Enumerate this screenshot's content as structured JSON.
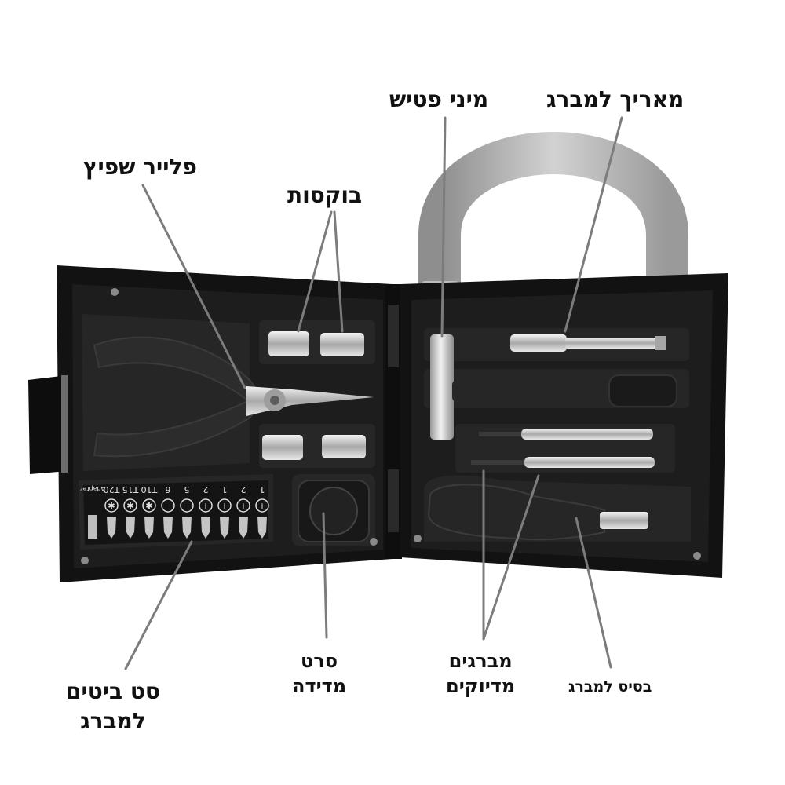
{
  "labels": {
    "extension_bar": "מאריך למברג",
    "mini_hammer": "מיני פטיש",
    "needle_pliers": "פלייר שפיץ",
    "sockets": "בוקסות",
    "bit_set": [
      "סט ביטים",
      "למברג"
    ],
    "tape_measure": [
      "סרט",
      "מדידה"
    ],
    "precision_screwdrivers": [
      "מברגים",
      "מדיוקים"
    ],
    "screwdriver_handle": "בסיס למברג"
  },
  "bit_labels": [
    "Adapter",
    "T20",
    "T15",
    "T10",
    "6",
    "5",
    "2",
    "1",
    "2",
    "1"
  ],
  "bit_symbols": [
    "✱",
    "✱",
    "✱",
    "−",
    "−",
    "+",
    "+",
    "+",
    "+"
  ],
  "colors": {
    "case": "#151515",
    "tray": "#222222",
    "chrome": "#c9c9c9",
    "handle": "#a9a9a9",
    "pointer": "#7c7c7c"
  }
}
